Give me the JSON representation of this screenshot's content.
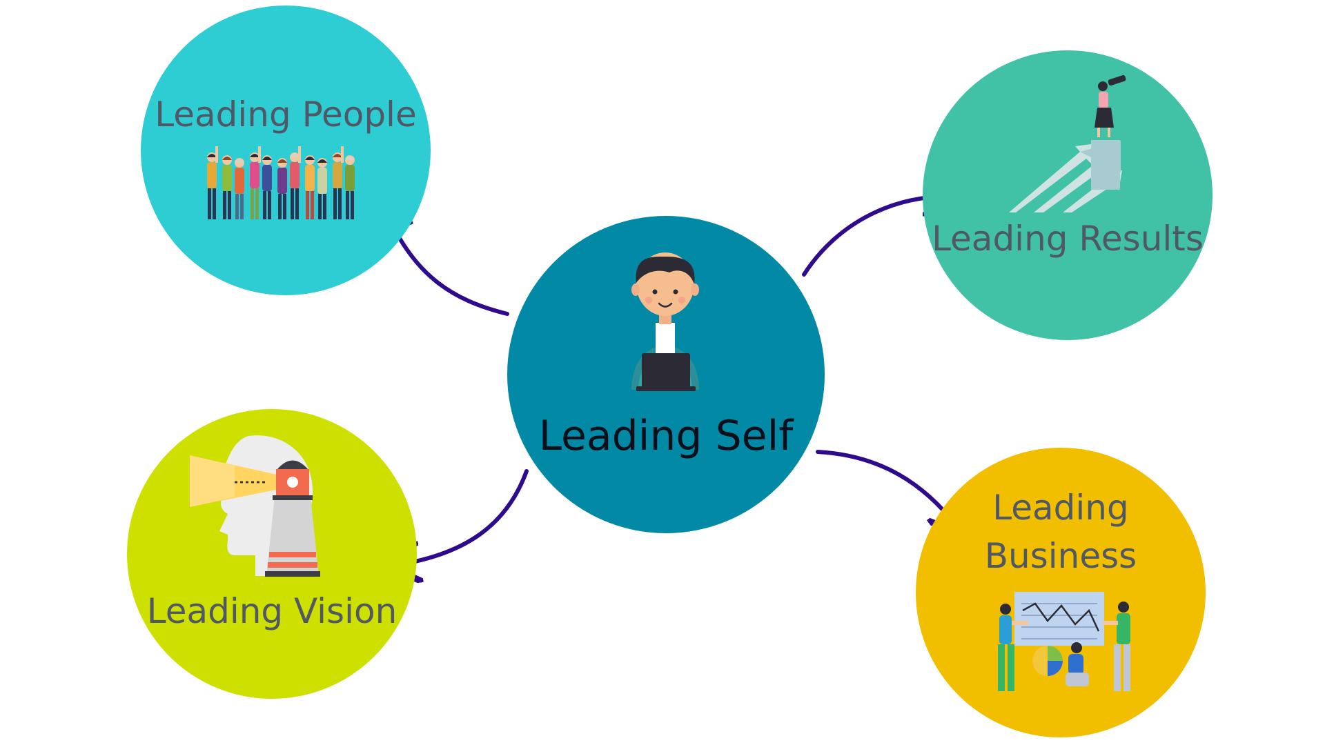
{
  "diagram": {
    "center": {
      "label": "Leading Self",
      "color": "#0289A6",
      "label_color": "#0B0F1A",
      "icon": "person-laptop-icon"
    },
    "nodes": [
      {
        "id": "people",
        "lines": [
          "Leading People"
        ],
        "color": "#2ECCD3",
        "label_color": "#4F5864",
        "icon": "people-group-icon"
      },
      {
        "id": "results",
        "lines": [
          "Leading Results"
        ],
        "color": "#41C2A6",
        "label_color": "#4F5864",
        "icon": "growth-arrows-telescope-icon"
      },
      {
        "id": "vision",
        "lines": [
          "Leading Vision"
        ],
        "color": "#CDE000",
        "label_color": "#4F5864",
        "icon": "head-lighthouse-icon"
      },
      {
        "id": "business",
        "lines": [
          "Leading",
          "Business"
        ],
        "color": "#F2BE00",
        "label_color": "#4F5864",
        "icon": "team-chart-icon"
      }
    ],
    "arrow_color": "#2E0B8C",
    "arrows": [
      {
        "from": "center",
        "to": "people"
      },
      {
        "from": "center",
        "to": "results"
      },
      {
        "from": "center",
        "to": "vision"
      },
      {
        "from": "center",
        "to": "business"
      }
    ]
  }
}
